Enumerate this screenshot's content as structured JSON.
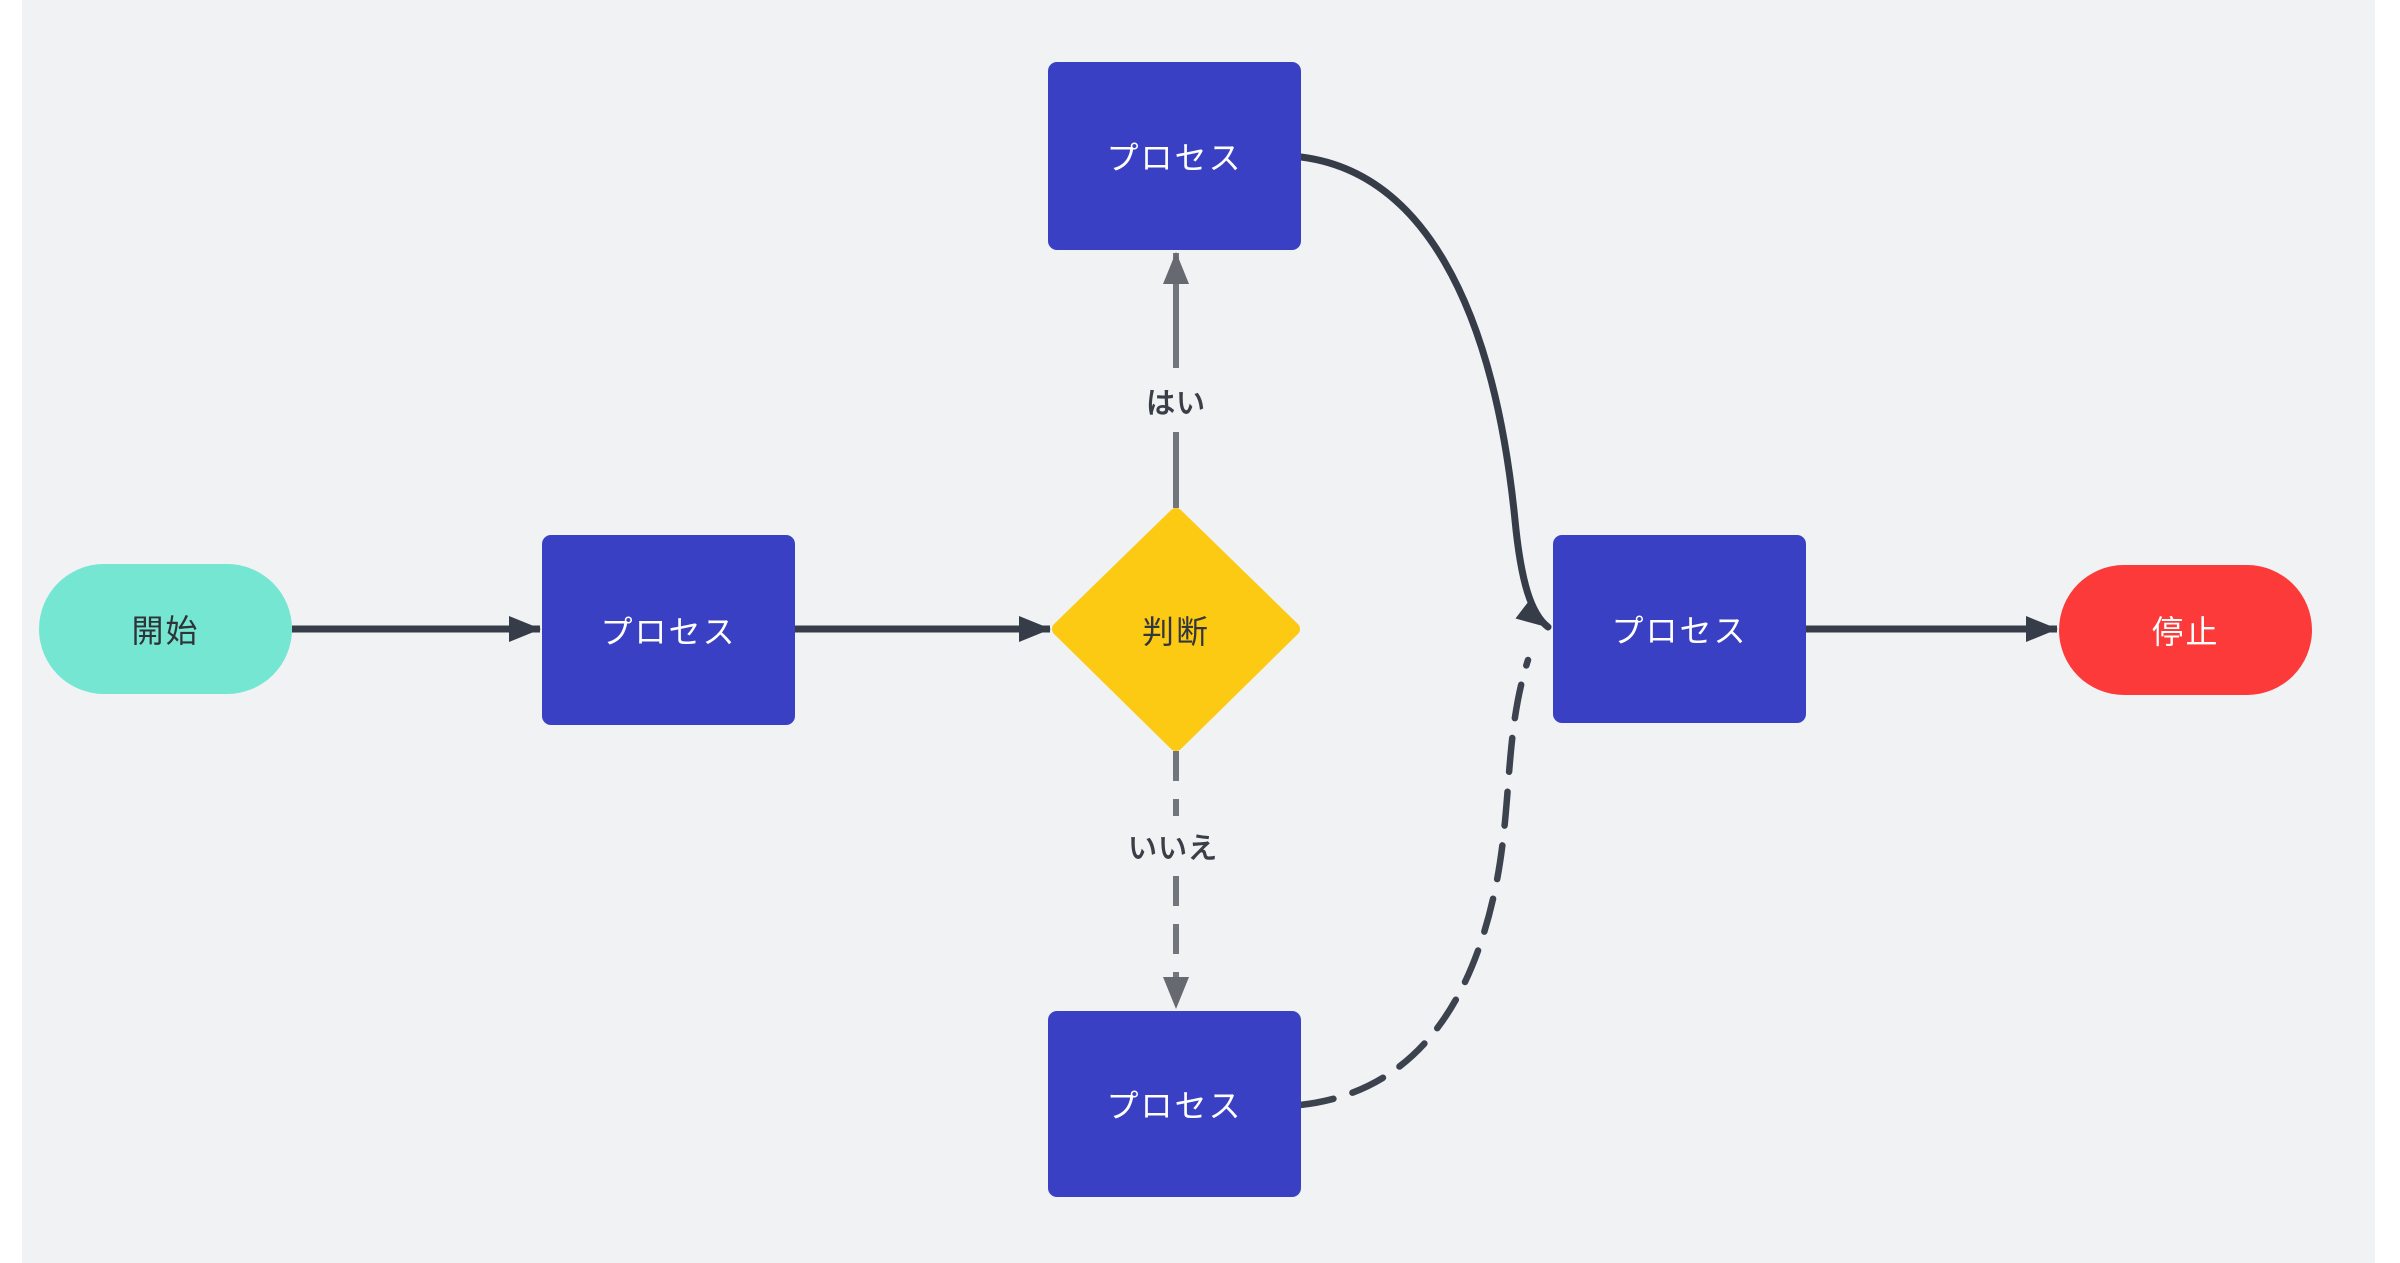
{
  "canvas": {
    "background": "#f0f2f4",
    "page_background": "#ffffff"
  },
  "colors": {
    "node_process": "#3a40c4",
    "node_start": "#74e6d1",
    "node_stop": "#fd3a3a",
    "node_decision": "#fcca12",
    "node_text_light": "#ffffff",
    "node_text_dark": "#33373d",
    "edge_dark": "#363d49",
    "edge_gray": "#71757c",
    "arrowhead_gray": "#66696f",
    "edge_label_text": "#3a3f47"
  },
  "nodes": {
    "start": {
      "label": "開始",
      "shape": "pill",
      "color": "#74e6d1"
    },
    "process_1": {
      "label": "プロセス",
      "shape": "rect",
      "color": "#3a40c4"
    },
    "decision": {
      "label": "判断",
      "shape": "diamond",
      "color": "#fcca12"
    },
    "process_top": {
      "label": "プロセス",
      "shape": "rect",
      "color": "#3a40c4"
    },
    "process_bottom": {
      "label": "プロセス",
      "shape": "rect",
      "color": "#3a40c4"
    },
    "process_right": {
      "label": "プロセス",
      "shape": "rect",
      "color": "#3a40c4"
    },
    "stop": {
      "label": "停止",
      "shape": "pill",
      "color": "#fd3a3a"
    }
  },
  "edge_labels": {
    "yes": "はい",
    "no": "いいえ"
  },
  "edges": [
    {
      "from": "start",
      "to": "process_1",
      "style": "solid",
      "label": ""
    },
    {
      "from": "process_1",
      "to": "decision",
      "style": "solid",
      "label": ""
    },
    {
      "from": "decision",
      "to": "process_top",
      "style": "solid",
      "label": "はい"
    },
    {
      "from": "decision",
      "to": "process_bottom",
      "style": "dashed",
      "label": "いいえ"
    },
    {
      "from": "process_top",
      "to": "process_right",
      "style": "solid",
      "label": ""
    },
    {
      "from": "process_bottom",
      "to": "process_right",
      "style": "dashed",
      "label": ""
    },
    {
      "from": "process_right",
      "to": "stop",
      "style": "solid",
      "label": ""
    }
  ]
}
